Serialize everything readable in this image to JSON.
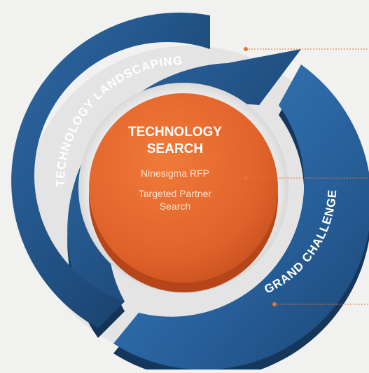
{
  "diagram": {
    "center": {
      "title_lines": [
        "TECHNOLOGY",
        "SEARCH"
      ],
      "items": [
        {
          "lines": [
            "Ninesigma RFP"
          ]
        },
        {
          "lines": [
            "Targeted Partner",
            "Search"
          ]
        }
      ],
      "color": "#e0622b"
    },
    "segments": [
      {
        "label": "TECHNOLOGY LANDSCAPING",
        "color": "#1f4e80"
      },
      {
        "label": "GRAND CHALLENGE",
        "color": "#2a6aa8"
      }
    ],
    "leader_color": "#e8742f"
  }
}
